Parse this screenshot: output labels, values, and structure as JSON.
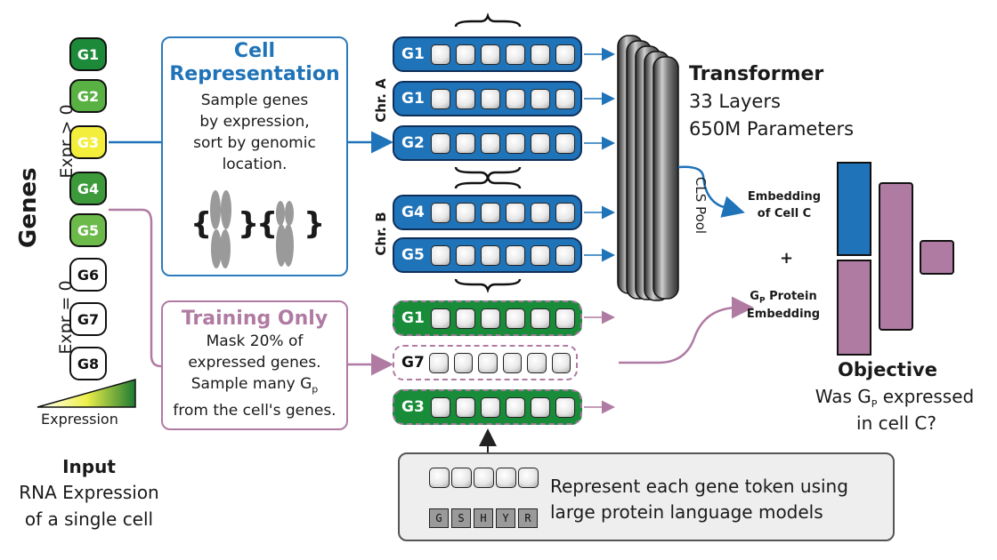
{
  "colors": {
    "blue": "#1f73b8",
    "green": "#198c3a",
    "mauve": "#b07ba3",
    "dark": "#111111"
  },
  "genes": {
    "title": "Genes",
    "expr_pos": "Expr > 0",
    "expr_zero": "Expr = 0",
    "items": [
      {
        "label": "G1",
        "fill": "#1d8a3a",
        "text_color": "#ffffff"
      },
      {
        "label": "G2",
        "fill": "#59b043",
        "text_color": "#ffffff"
      },
      {
        "label": "G3",
        "fill": "#f3ee3b",
        "text_color": "#ffffff"
      },
      {
        "label": "G4",
        "fill": "#3c9a3a",
        "text_color": "#ffffff"
      },
      {
        "label": "G5",
        "fill": "#6cba4a",
        "text_color": "#ffffff"
      },
      {
        "label": "G6",
        "fill": "#ffffff",
        "text_color": "#111111"
      },
      {
        "label": "G7",
        "fill": "#ffffff",
        "text_color": "#111111"
      },
      {
        "label": "G8",
        "fill": "#ffffff",
        "text_color": "#111111"
      }
    ],
    "gradient_label": "Expression"
  },
  "input": {
    "title": "Input",
    "line1": "RNA Expression",
    "line2": "of a single cell"
  },
  "cell_rep": {
    "title1": "Cell",
    "title2": "Representation",
    "body": [
      "Sample genes",
      "by expression,",
      "sort by genomic",
      "location."
    ],
    "brace_left": "{",
    "brace_right": "}"
  },
  "training": {
    "title": "Training Only",
    "body": [
      "Mask 20% of",
      "expressed genes.",
      "Sample many G",
      "from the cell's genes."
    ],
    "sub": "p"
  },
  "chromosomes": {
    "a": "Chr. A",
    "b": "Chr. B"
  },
  "rows": [
    {
      "label": "G1",
      "style": "blue"
    },
    {
      "label": "G1",
      "style": "blue"
    },
    {
      "label": "G2",
      "style": "blue"
    },
    {
      "label": "G4",
      "style": "blue"
    },
    {
      "label": "G5",
      "style": "blue"
    },
    {
      "label": "G1",
      "style": "green"
    },
    {
      "label": "G7",
      "style": "white"
    },
    {
      "label": "G3",
      "style": "green"
    }
  ],
  "transformer": {
    "title": "Transformer",
    "layers": "33 Layers",
    "params": "650M Parameters",
    "pool": "CLS Pool"
  },
  "embeddings": {
    "cell_line1": "Embedding",
    "cell_line2": "of Cell C",
    "plus": "+",
    "prot_line1_main": "G",
    "prot_line1_sub": "P",
    "prot_line1_rest": " Protein",
    "prot_line2": "Embedding"
  },
  "objective": {
    "title": "Objective",
    "line1_main": "Was G",
    "line1_sub": "P",
    "line1_rest": " expressed",
    "line2": "in cell C?"
  },
  "protein_lm": {
    "line1": "Represent each gene token using",
    "line2": "large protein language models",
    "letters": [
      "G",
      "S",
      "H",
      "Y",
      "R"
    ]
  }
}
